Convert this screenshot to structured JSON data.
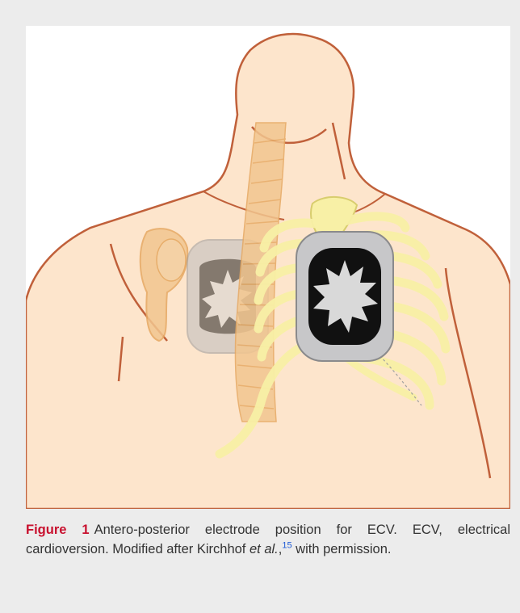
{
  "figure": {
    "label": "Figure 1",
    "caption_part1": "Antero-posterior electrode position for ECV. ECV, electrical cardioversion. Modified after Kirchhof ",
    "caption_italic": "et al.",
    "caption_comma": ",",
    "reference_number": "15",
    "caption_part2": " with permission."
  },
  "colors": {
    "panel_background": "#ececec",
    "body_fill": "#fde5cc",
    "body_outline": "#c0603a",
    "spine_fill": "#f2c68f",
    "ribs_fill": "#f8f0a6",
    "electrode_fill": "#c7c7c9",
    "electrode_ring": "#111111",
    "figure_label_color": "#c8102e",
    "reference_color": "#1f5bd6"
  }
}
